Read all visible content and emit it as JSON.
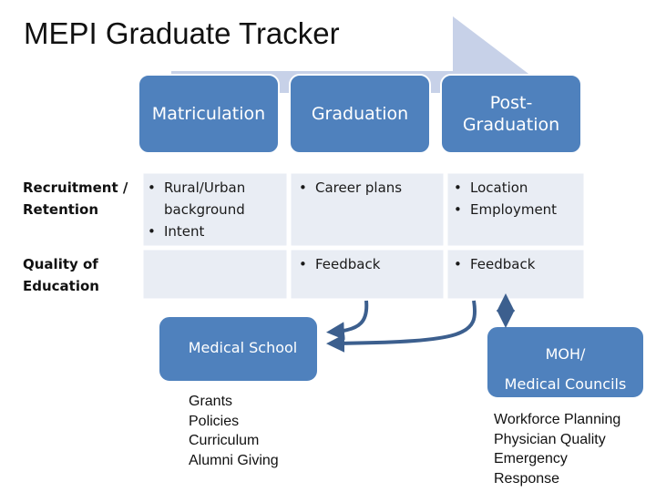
{
  "title": "MEPI Graduate Tracker",
  "colors": {
    "phase_fill": "#4f81bd",
    "phase_border": "#ffffff",
    "cell_fill": "#e9edf4",
    "cell_border": "#ffffff",
    "arrow_fill": "#c7d1e8",
    "node_fill": "#4f81bd",
    "connector": "#3c5f8e"
  },
  "phases": [
    {
      "label": "Matriculation"
    },
    {
      "label": "Graduation"
    },
    {
      "label": "Post-Graduation"
    }
  ],
  "rows": [
    {
      "label": "Recruitment / Retention",
      "cells": [
        [
          "Rural/Urban background",
          "Intent"
        ],
        [
          "Career plans"
        ],
        [
          "Location",
          "Employment"
        ]
      ]
    },
    {
      "label": "Quality of Education",
      "cells": [
        [],
        [
          "Feedback"
        ],
        [
          "Feedback"
        ]
      ]
    }
  ],
  "nodes": {
    "medical_school": {
      "label": "Medical School",
      "items": [
        "Grants",
        "Policies",
        "Curriculum",
        "Alumni Giving"
      ]
    },
    "moh": {
      "label_line1": "MOH/",
      "label_line2": "Medical Councils",
      "items": [
        "Workforce Planning",
        "Physician Quality",
        "Emergency",
        "Response"
      ]
    }
  },
  "icons": {
    "background_arrow": "chevron-arrow-right",
    "connector_grad_to_ms": "curved-arrow-icon",
    "connector_post_to_ms": "curved-arrow-icon",
    "connector_post_moh": "double-headed-arrow-icon"
  }
}
